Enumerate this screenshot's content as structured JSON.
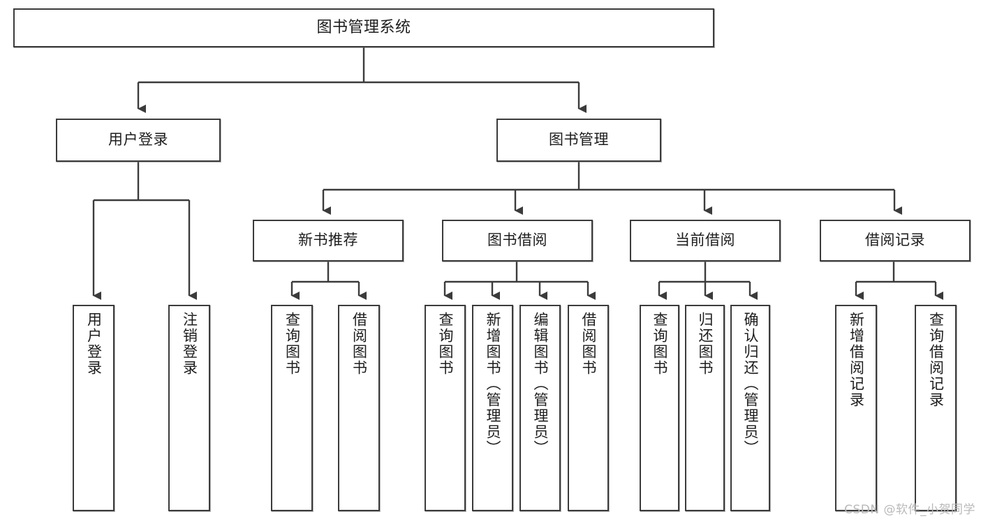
{
  "diagram": {
    "type": "tree-hierarchy-chart",
    "title": "图书管理系统",
    "watermark": "CSDN @软件_小贺同学",
    "line_color": "#3b3b3b",
    "box_fill": "#ffffff",
    "text_color": "#1d1d1d",
    "nodes": {
      "root": {
        "label": "图书管理系统"
      },
      "level2": [
        {
          "id": "user-login",
          "label": "用户登录"
        },
        {
          "id": "book-management",
          "label": "图书管理"
        }
      ],
      "level3": [
        {
          "id": "new-book-recommend",
          "label": "新书推荐"
        },
        {
          "id": "book-borrow",
          "label": "图书借阅"
        },
        {
          "id": "current-borrow",
          "label": "当前借阅"
        },
        {
          "id": "borrow-record",
          "label": "借阅记录"
        }
      ],
      "leaves": {
        "user-login": [
          {
            "id": "leaf-user-login",
            "label": "用户登录"
          },
          {
            "id": "leaf-user-logout",
            "label": "注销登录"
          }
        ],
        "new-book-recommend": [
          {
            "id": "leaf-query-book-1",
            "label": "查询图书"
          },
          {
            "id": "leaf-borrow-book-1",
            "label": "借阅图书"
          }
        ],
        "book-borrow": [
          {
            "id": "leaf-query-book-2",
            "label": "查询图书"
          },
          {
            "id": "leaf-add-book",
            "label": "新增图书（管理员）"
          },
          {
            "id": "leaf-edit-book",
            "label": "编辑图书（管理员）"
          },
          {
            "id": "leaf-borrow-book-2",
            "label": "借阅图书"
          }
        ],
        "current-borrow": [
          {
            "id": "leaf-query-book-3",
            "label": "查询图书"
          },
          {
            "id": "leaf-return-book",
            "label": "归还图书"
          },
          {
            "id": "leaf-confirm-return",
            "label": "确认归还（管理员）"
          }
        ],
        "borrow-record": [
          {
            "id": "leaf-add-record",
            "label": "新增借阅记录"
          },
          {
            "id": "leaf-query-record",
            "label": "查询借阅记录"
          }
        ]
      }
    }
  }
}
